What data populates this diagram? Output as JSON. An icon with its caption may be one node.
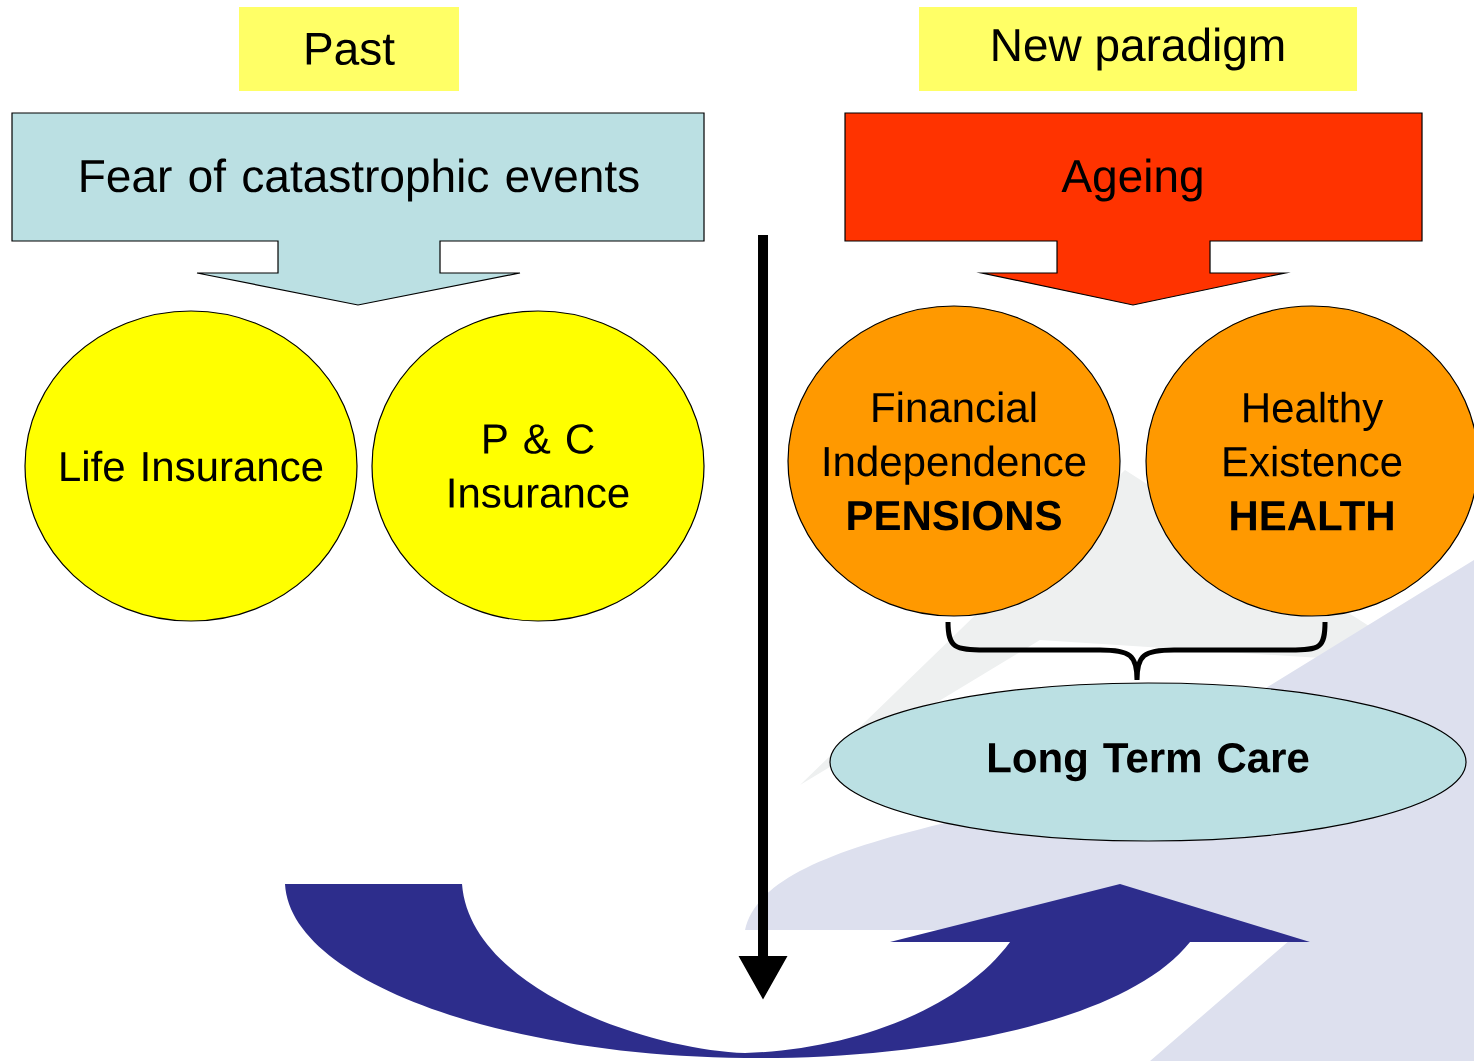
{
  "diagram": {
    "nodes": [
      {
        "text": [
          "Past"
        ]
      },
      {
        "text": [
          "New paradigm"
        ]
      },
      {
        "text": [
          "Fear of catastrophic events"
        ]
      },
      {
        "text": [
          "Life Insurance"
        ]
      },
      {
        "text": [
          "P & C Insurance"
        ]
      },
      {
        "text": [
          "Ageing"
        ]
      },
      {
        "text": [
          "Financial Independence",
          "PENSIONS"
        ]
      },
      {
        "text": [
          "Healthy Existence",
          "HEALTH"
        ]
      },
      {
        "text": [
          "Long Term Care"
        ]
      }
    ]
  }
}
